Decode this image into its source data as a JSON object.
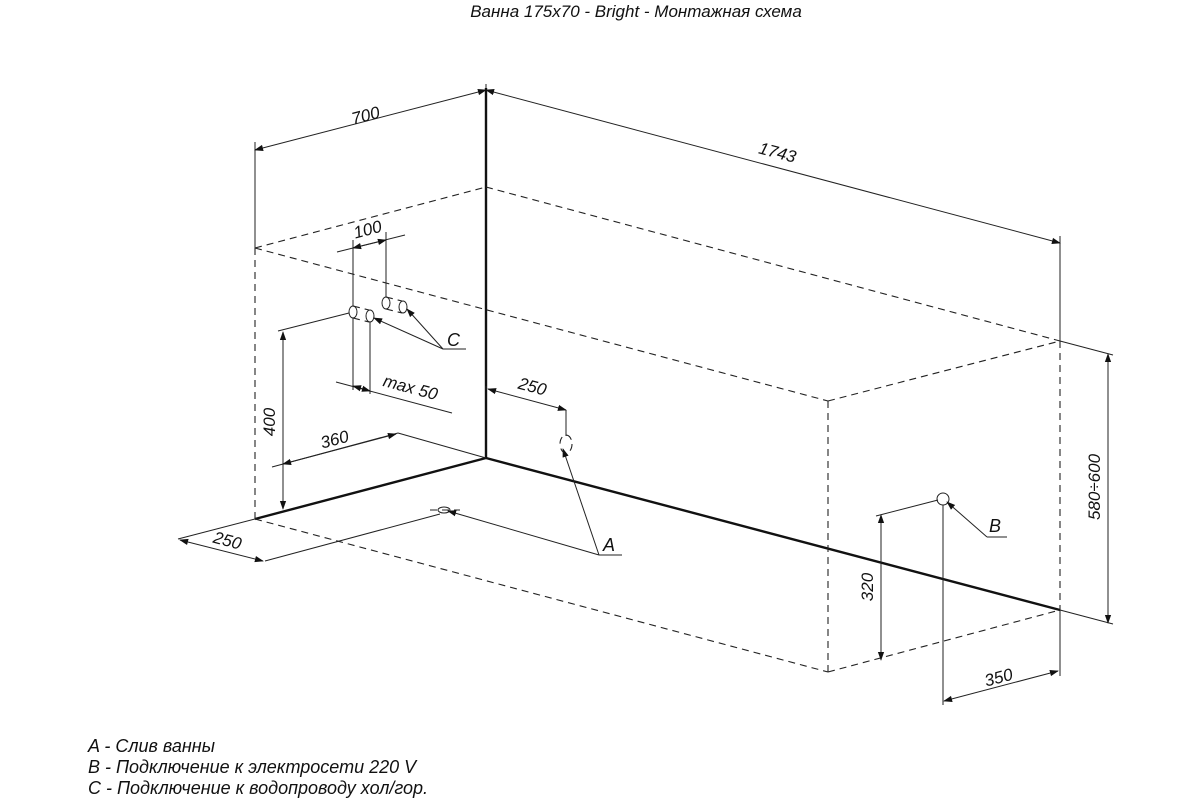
{
  "title": "Ванна 175x70 - Bright - Монтажная схема",
  "dimensions": {
    "width_700": "700",
    "length_1743": "1743",
    "spacing_100": "100",
    "max_50": "max 50",
    "height_400": "400",
    "offset_360": "360",
    "offset_250_left": "250",
    "offset_250_drain": "250",
    "height_320": "320",
    "offset_350": "350",
    "height_580_600": "580÷600"
  },
  "markers": {
    "a": "A",
    "b": "B",
    "c": "C"
  },
  "legend": [
    "A - Слив ванны",
    "B - Подключение к электросети 220 V",
    "C - Подключение к водопроводу хол/гор."
  ],
  "colors": {
    "line": "#111111",
    "background": "#ffffff"
  }
}
